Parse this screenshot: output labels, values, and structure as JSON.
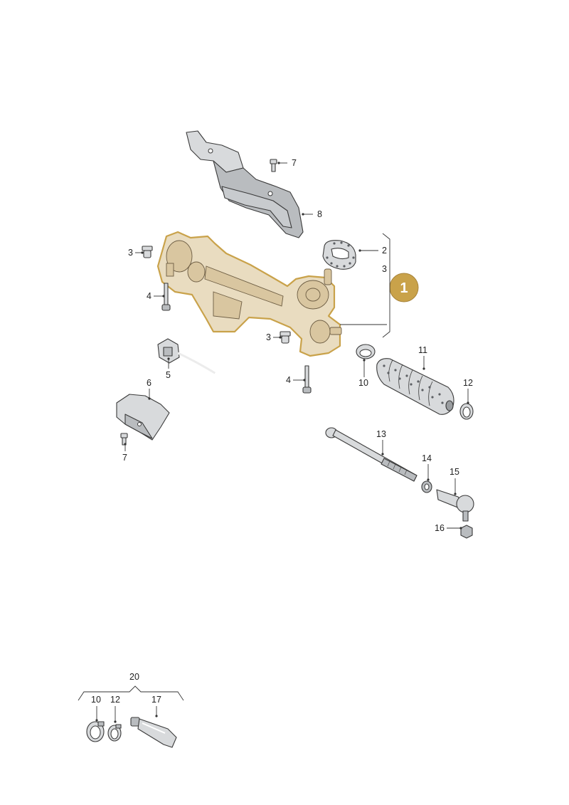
{
  "badge": {
    "label": "1",
    "color": "#c9a24a"
  },
  "highlight_color": "#e9dcc0",
  "callouts": {
    "c2": "2",
    "c3_bracket": "3",
    "c3_left": "3",
    "c3_lower": "3",
    "c4_left": "4",
    "c4_lower": "4",
    "c5": "5",
    "c6": "6",
    "c7_top": "7",
    "c7_bottom": "7",
    "c8": "8",
    "c10": "10",
    "c11": "11",
    "c12": "12",
    "c13": "13",
    "c14": "14",
    "c15": "15",
    "c16": "16"
  },
  "kit": {
    "group": "20",
    "items": [
      "10",
      "12",
      "17"
    ]
  }
}
